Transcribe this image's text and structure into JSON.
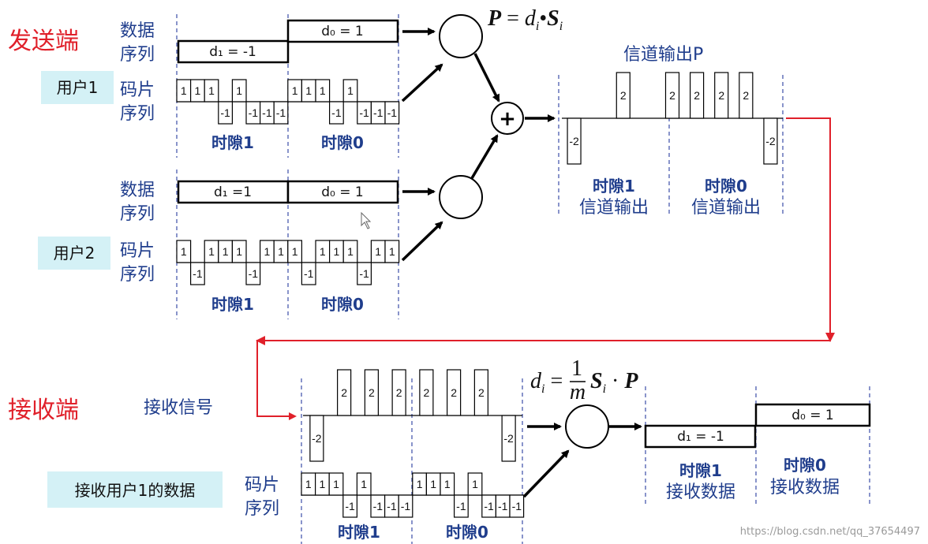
{
  "sender": {
    "side_label": "发送端",
    "data_label_1": "数据",
    "data_label_2": "序列",
    "chip_label_1": "码片",
    "chip_label_2": "序列",
    "user1": {
      "name": "用户1",
      "data_bit_1": "d₁ = -1",
      "data_bit_0": "d₀ = 1",
      "chips_slot1": [
        "1",
        "1",
        "1",
        "-1",
        "1",
        "-1",
        "-1",
        "-1"
      ],
      "chips_slot0": [
        "1",
        "1",
        "1",
        "-1",
        "1",
        "-1",
        "-1",
        "-1"
      ]
    },
    "user2": {
      "name": "用户2",
      "data_bit_1": "d₁ =1",
      "data_bit_0": "d₀ = 1",
      "chips_slot1": [
        "1",
        "-1",
        "1",
        "1",
        "1",
        "-1",
        "1",
        "1"
      ],
      "chips_slot0": [
        "1",
        "-1",
        "1",
        "1",
        "1",
        "-1",
        "1",
        "1"
      ]
    },
    "slot1_label": "时隙1",
    "slot0_label": "时隙0"
  },
  "formula_p": "P = dᵢ•Sᵢ",
  "channel": {
    "title": "信道输出P",
    "values": [
      "-2",
      "0",
      "2",
      "0",
      "2",
      "2",
      "2",
      "2",
      "-2"
    ],
    "slot1_label_1": "时隙1",
    "slot1_label_2": "信道输出",
    "slot0_label_1": "时隙0",
    "slot0_label_2": "信道输出"
  },
  "receiver": {
    "side_label": "接收端",
    "signal_label": "接收信号",
    "user_label": "接收用户1的数据",
    "chip_label_1": "码片",
    "chip_label_2": "序列",
    "chips": [
      "1",
      "1",
      "1",
      "-1",
      "1",
      "-1",
      "-1",
      "-1",
      "1",
      "1",
      "1",
      "-1",
      "1",
      "-1",
      "-1",
      "-1"
    ],
    "signal_values": [
      "-2",
      "2",
      "2",
      "2",
      "2",
      "2",
      "2",
      "-2"
    ],
    "formula": "dᵢ = 1/m Sᵢ·P",
    "formula_num": "1",
    "formula_den": "m",
    "result_bit_1": "d₁ = -1",
    "result_bit_0": "d₀ = 1",
    "slot1_label": "时隙1",
    "slot0_label": "时隙0",
    "result_slot1_1": "时隙1",
    "result_slot1_2": "接收数据",
    "result_slot0_1": "时隙0",
    "result_slot0_2": "接收数据"
  },
  "watermark": "https://blog.csdn.net/qq_37654497",
  "colors": {
    "red": "#e0202a",
    "blue": "#1f3d8c",
    "userbg": "#d4f1f6"
  }
}
